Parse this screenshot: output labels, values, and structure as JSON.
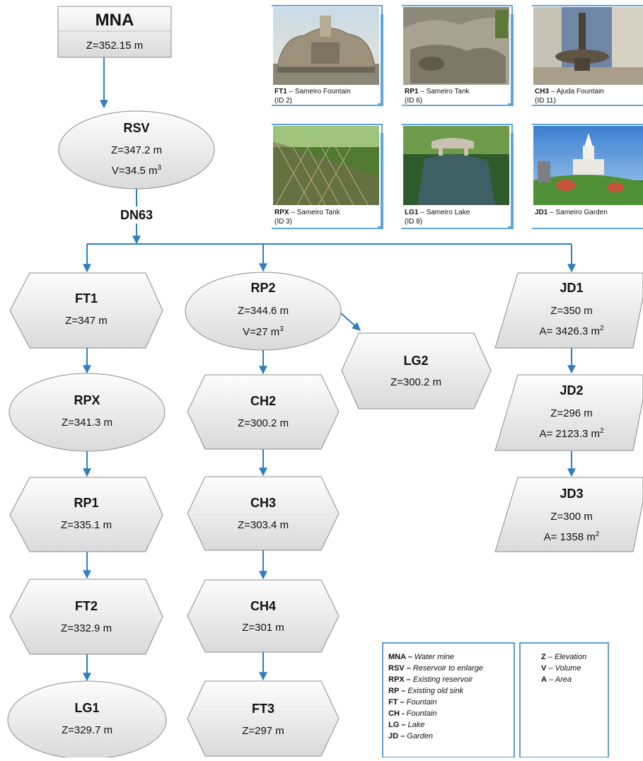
{
  "nodes": {
    "mna": {
      "title": "MNA",
      "z": "Z=352.15 m"
    },
    "rsv": {
      "title": "RSV",
      "z": "Z=347.2 m",
      "v": "V=34.5 m",
      "v_sup": "3"
    },
    "dn63": "DN63",
    "ft1": {
      "title": "FT1",
      "z": "Z=347 m"
    },
    "rpx": {
      "title": "RPX",
      "z": "Z=341.3 m"
    },
    "rp1": {
      "title": "RP1",
      "z": "Z=335.1 m"
    },
    "ft2": {
      "title": "FT2",
      "z": "Z=332.9 m"
    },
    "lg1": {
      "title": "LG1",
      "z": "Z=329.7 m"
    },
    "rp2": {
      "title": "RP2",
      "z": "Z=344.6 m",
      "v": "V=27 m",
      "v_sup": "3"
    },
    "lg2": {
      "title": "LG2",
      "z": "Z=300.2 m"
    },
    "ch2": {
      "title": "CH2",
      "z": "Z=300.2 m"
    },
    "ch3": {
      "title": "CH3",
      "z": "Z=303.4 m"
    },
    "ch4": {
      "title": "CH4",
      "z": "Z=301 m"
    },
    "ft3": {
      "title": "FT3",
      "z": "Z=297 m"
    },
    "jd1": {
      "title": "JD1",
      "z": "Z=350 m",
      "a": "A= 3426.3 m",
      "a_sup": "2"
    },
    "jd2": {
      "title": "JD2",
      "z": "Z=296 m",
      "a": "A= 2123.3 m",
      "a_sup": "2"
    },
    "jd3": {
      "title": "JD3",
      "z": "Z=300 m",
      "a": "A= 1358 m",
      "a_sup": "2"
    }
  },
  "photos": [
    {
      "code": "FT1",
      "label": " – Sameiro Fountain",
      "id": "(ID 2)",
      "scene": "stone fountain"
    },
    {
      "code": "RP1",
      "label": " – Sameiro Tank",
      "id": "(ID 6)",
      "scene": "rock tank"
    },
    {
      "code": "CH3",
      "label": " – Ajuda Fountain",
      "id": "(ID 11)",
      "scene": "town square fountain"
    },
    {
      "code": "RPX",
      "label": " – Sameiro  Tank",
      "id": "(ID 3)",
      "scene": "fenced reservoir"
    },
    {
      "code": "LG1",
      "label": " – Sameiro Lake",
      "id": "(ID 8)",
      "scene": "lake with trees"
    },
    {
      "code": "JD1",
      "label": " – Sameiro Garden",
      "id": "",
      "scene": "garden and sanctuary"
    }
  ],
  "legend_abbr": [
    {
      "code": "MNA – ",
      "text": "Water mine"
    },
    {
      "code": "RSV – ",
      "text": "Reservoir to enlarge"
    },
    {
      "code": "RPX – ",
      "text": "Existing reservoir"
    },
    {
      "code": "RP – ",
      "text": "Existing old sink"
    },
    {
      "code": "FT – ",
      "text": "Fountain"
    },
    {
      "code": "CH - ",
      "text": "Fountain"
    },
    {
      "code": "LG – ",
      "text": "Lake"
    },
    {
      "code": "JD – ",
      "text": "Garden"
    }
  ],
  "legend_vars": [
    {
      "code": "Z",
      "text": " – Elevation"
    },
    {
      "code": "V",
      "text": " – Volume"
    },
    {
      "code": "A",
      "text": " – Area"
    }
  ],
  "colors": {
    "connector": "#2d7fc1",
    "shape_top": "#fdfdfd",
    "shape_bottom": "#dedede",
    "shape_stroke": "#8c8c8c",
    "frame": "#5fa5dc"
  }
}
